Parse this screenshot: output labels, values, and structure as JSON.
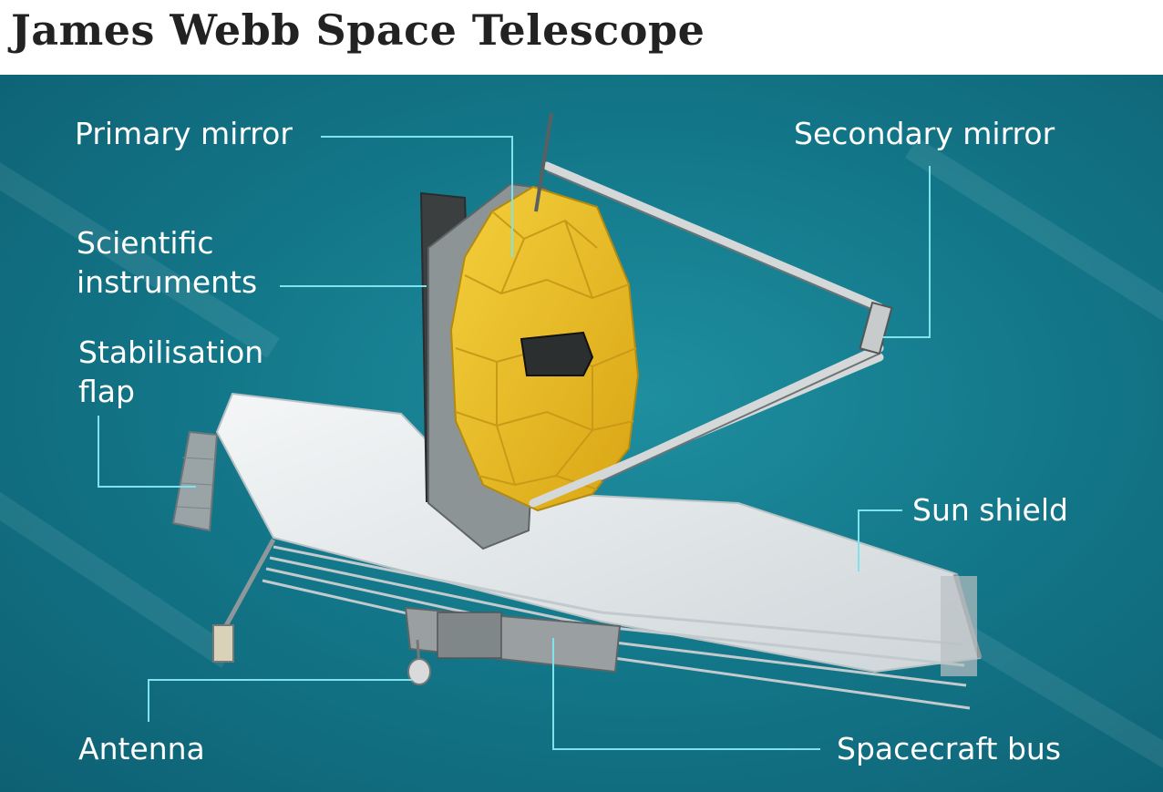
{
  "title": "James Webb Space Telescope",
  "colors": {
    "background": "#13788a",
    "leader_line": "#7fe3ee",
    "mirror": "#e8b81e",
    "sunshield": "#eef2f3",
    "label_text": "#ffffff"
  },
  "labels": {
    "primary_mirror": "Primary mirror",
    "secondary_mirror": "Secondary mirror",
    "scientific_instruments_line1": "Scientific",
    "scientific_instruments_line2": "instruments",
    "stabilisation_flap_line1": "Stabilisation",
    "stabilisation_flap_line2": "flap",
    "sun_shield": "Sun shield",
    "antenna": "Antenna",
    "spacecraft_bus": "Spacecraft bus"
  }
}
